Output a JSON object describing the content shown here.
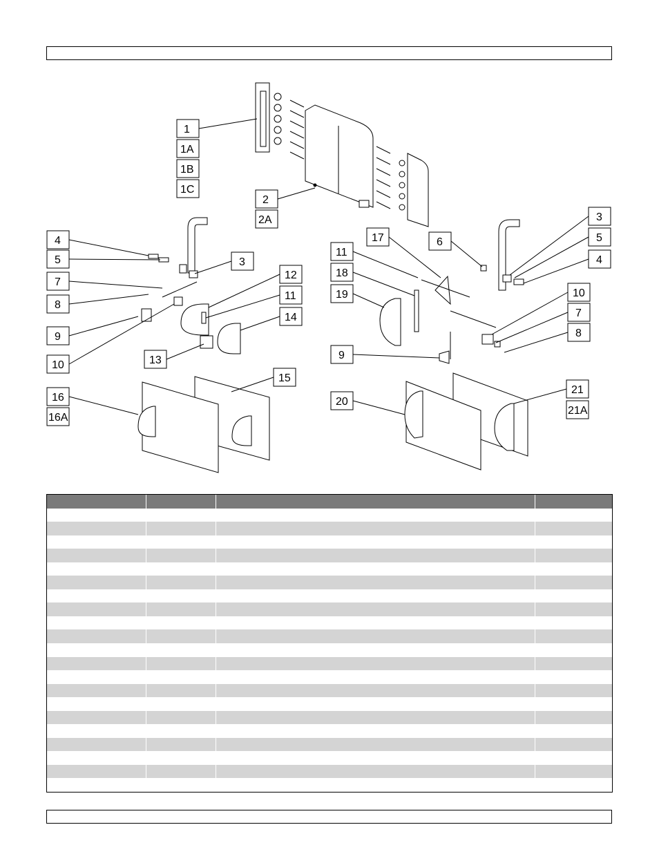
{
  "header_bar": {
    "text": ""
  },
  "footer_bar": {
    "text": ""
  },
  "diagram": {
    "callouts": [
      {
        "id": "c1",
        "label": "1"
      },
      {
        "id": "c1a",
        "label": "1A"
      },
      {
        "id": "c1b",
        "label": "1B"
      },
      {
        "id": "c1c",
        "label": "1C"
      },
      {
        "id": "c2",
        "label": "2"
      },
      {
        "id": "c2a",
        "label": "2A"
      },
      {
        "id": "c4l",
        "label": "4"
      },
      {
        "id": "c5l",
        "label": "5"
      },
      {
        "id": "c3l",
        "label": "3"
      },
      {
        "id": "c7l",
        "label": "7"
      },
      {
        "id": "c8l",
        "label": "8"
      },
      {
        "id": "c9l",
        "label": "9"
      },
      {
        "id": "c10l",
        "label": "10"
      },
      {
        "id": "c12",
        "label": "12"
      },
      {
        "id": "c11l",
        "label": "11"
      },
      {
        "id": "c14",
        "label": "14"
      },
      {
        "id": "c13",
        "label": "13"
      },
      {
        "id": "c15",
        "label": "15"
      },
      {
        "id": "c16",
        "label": "16"
      },
      {
        "id": "c16a",
        "label": "16A"
      },
      {
        "id": "c17",
        "label": "17"
      },
      {
        "id": "c6",
        "label": "6"
      },
      {
        "id": "c11r",
        "label": "11"
      },
      {
        "id": "c18",
        "label": "18"
      },
      {
        "id": "c19",
        "label": "19"
      },
      {
        "id": "c9r",
        "label": "9"
      },
      {
        "id": "c3r",
        "label": "3"
      },
      {
        "id": "c5r",
        "label": "5"
      },
      {
        "id": "c4r",
        "label": "4"
      },
      {
        "id": "c10r",
        "label": "10"
      },
      {
        "id": "c7r",
        "label": "7"
      },
      {
        "id": "c8r",
        "label": "8"
      },
      {
        "id": "c20",
        "label": "20"
      },
      {
        "id": "c21",
        "label": "21"
      },
      {
        "id": "c21a",
        "label": "21A"
      }
    ]
  },
  "parts_table": {
    "columns": [
      "",
      "",
      "",
      ""
    ],
    "rows": 22
  }
}
